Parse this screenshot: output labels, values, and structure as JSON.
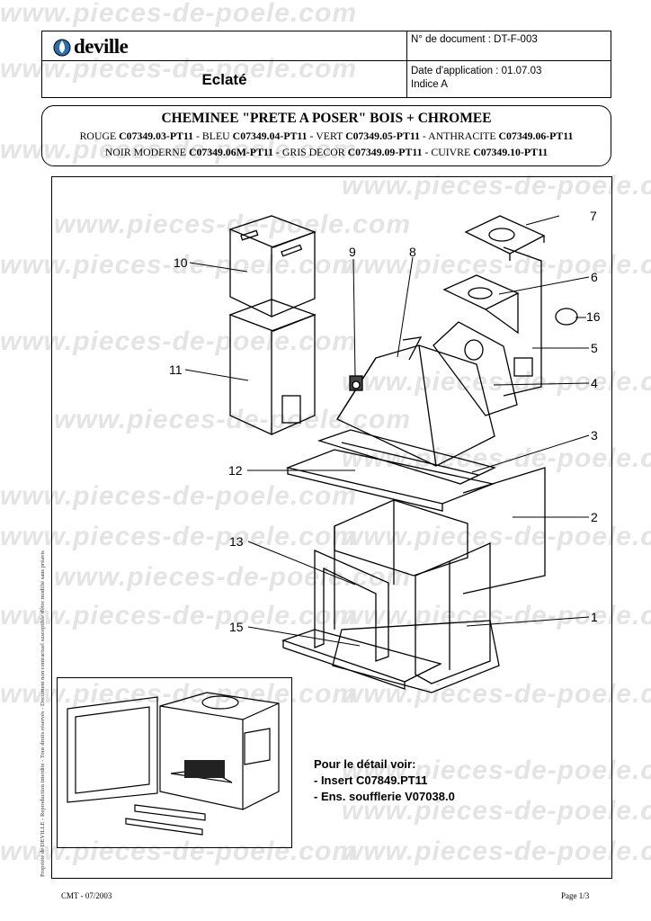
{
  "watermark": "www.pieces-de-poele.com",
  "header": {
    "logo_text": "deville",
    "title": "Eclaté",
    "doc_number": "N° de document : DT-F-003",
    "date_application": "Date d'application : 01.07.03",
    "indice": "Indice A"
  },
  "product": {
    "title": "CHEMINEE \"PRETE A POSER\" BOIS + CHROMEE",
    "line1": [
      {
        "label": "ROUGE",
        "code": "C07349.03-PT11"
      },
      {
        "label": "BLEU",
        "code": "C07349.04-PT11"
      },
      {
        "label": "VERT",
        "code": "C07349.05-PT11"
      },
      {
        "label": "ANTHRACITE",
        "code": "C07349.06-PT11"
      }
    ],
    "line2": [
      {
        "label": "NOIR MODERNE",
        "code": "C07349.06M-PT11"
      },
      {
        "label": "GRIS DECOR",
        "code": "C07349.09-PT11"
      },
      {
        "label": "CUIVRE",
        "code": "C07349.10-PT11"
      }
    ]
  },
  "diagram": {
    "part_numbers": [
      "1",
      "2",
      "3",
      "4",
      "5",
      "6",
      "7",
      "8",
      "9",
      "10",
      "11",
      "12",
      "13",
      "15",
      "16"
    ]
  },
  "note": {
    "heading": "Pour le détail voir:",
    "item1": "- Insert C07849.PT11",
    "item2": "- Ens. soufflerie V07038.0"
  },
  "side_text": "Propriété de DEVILLE - Reproduction interdite - Tous droits réservés - Document non contractuel susceptible d'être modifié sans préavis",
  "footer": {
    "left": "CMT - 07/2003",
    "right": "Page 1/3"
  }
}
